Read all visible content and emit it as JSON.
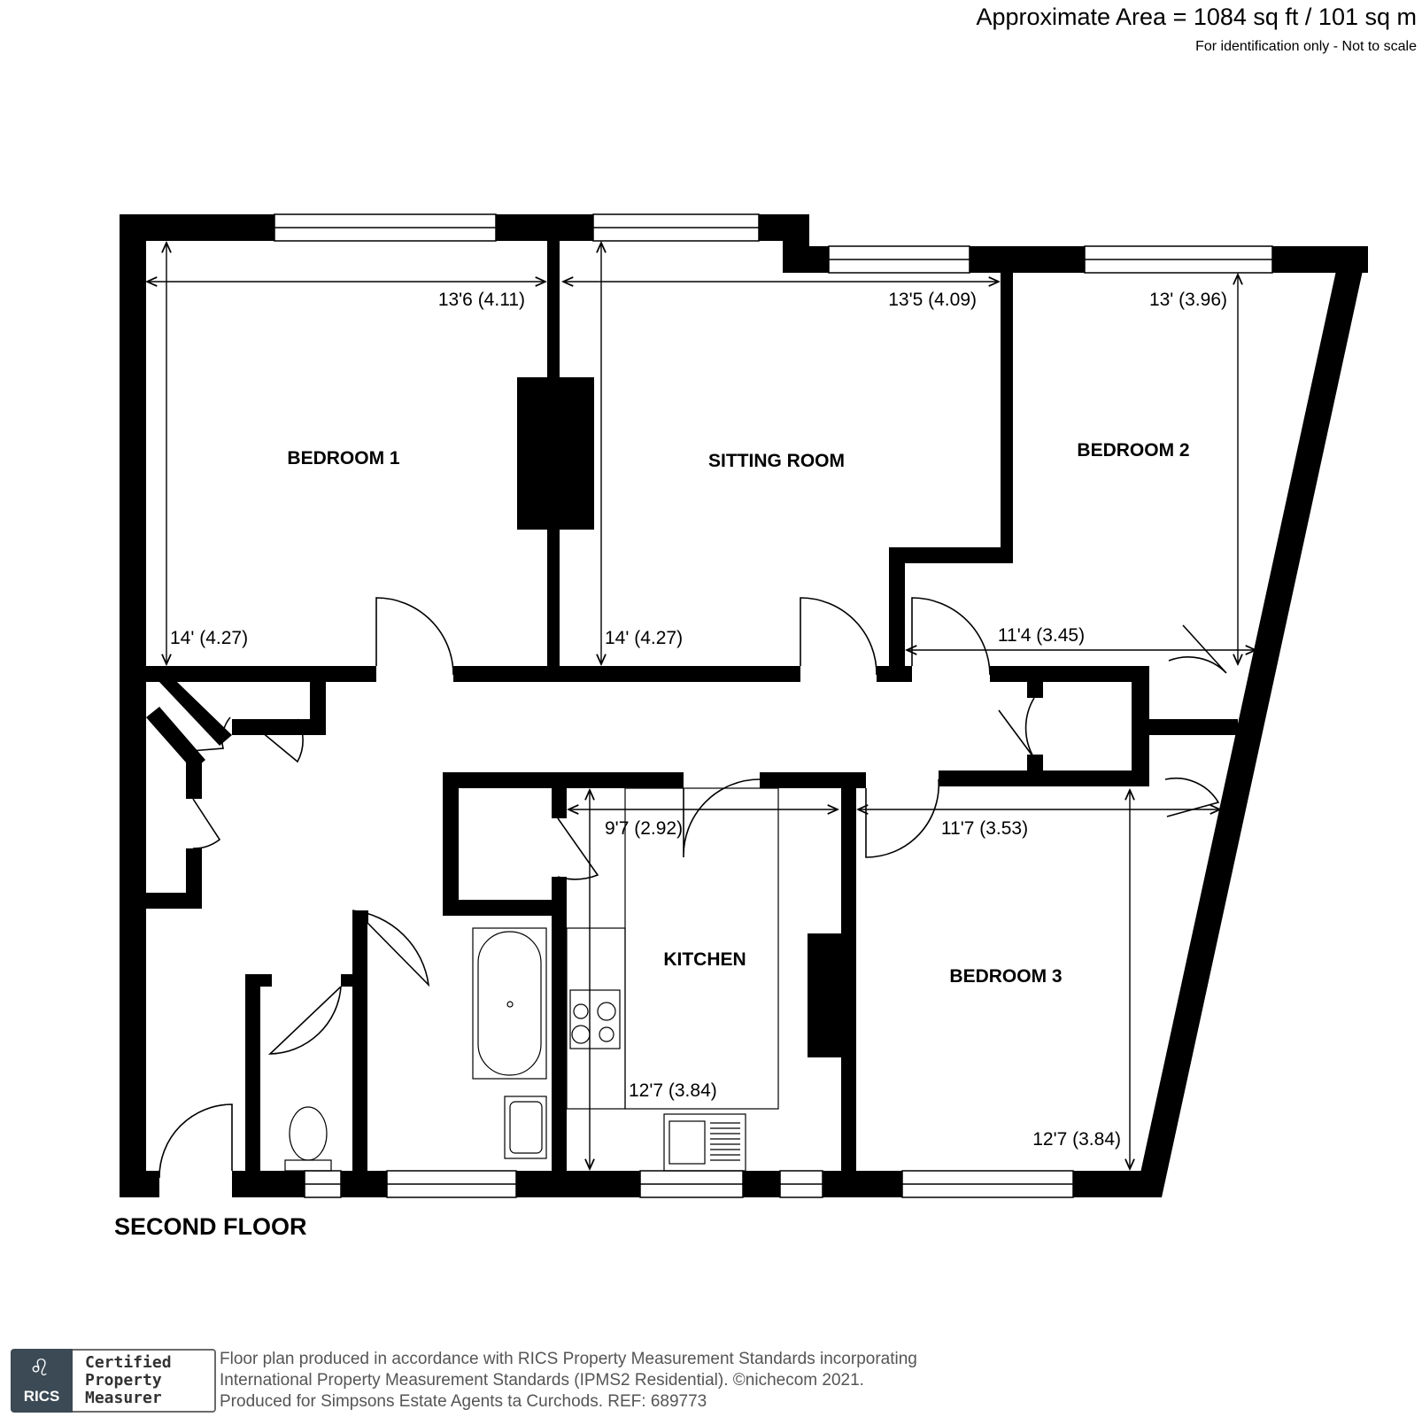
{
  "header": {
    "area": "Approximate Area = 1084 sq ft / 101 sq m",
    "note": "For identification only - Not to scale"
  },
  "plan": {
    "floor_label": "SECOND FLOOR",
    "rooms": [
      {
        "id": "bedroom-1",
        "label": "BEDROOM 1",
        "width_dim": "13'6 (4.11)",
        "length_dim": "14' (4.27)"
      },
      {
        "id": "sitting-room",
        "label": "SITTING ROOM",
        "width_dim": "13'5 (4.09)",
        "length_dim": "14' (4.27)"
      },
      {
        "id": "bedroom-2",
        "label": "BEDROOM 2",
        "width_dim": "11'4 (3.45)",
        "length_dim": "13' (3.96)"
      },
      {
        "id": "kitchen",
        "label": "KITCHEN",
        "width_dim": "9'7 (2.92)",
        "length_dim": "12'7 (3.84)"
      },
      {
        "id": "bedroom-3",
        "label": "BEDROOM 3",
        "width_dim": "11'7 (3.53)",
        "length_dim": "12'7 (3.84)"
      }
    ]
  },
  "footer": {
    "rics": "RICS",
    "badge_lines": [
      "Certified",
      "Property",
      "Measurer"
    ],
    "lines": [
      "Floor plan produced in accordance with RICS Property Measurement Standards incorporating",
      "International Property Measurement Standards (IPMS2 Residential).  ©nichecom 2021.",
      "Produced for Simpsons Estate Agents ta Curchods.   REF:  689773"
    ]
  },
  "colors": {
    "wall": "#000000",
    "background": "#ffffff",
    "rics_logo": "#3b4a55",
    "footer_text": "#555555"
  }
}
